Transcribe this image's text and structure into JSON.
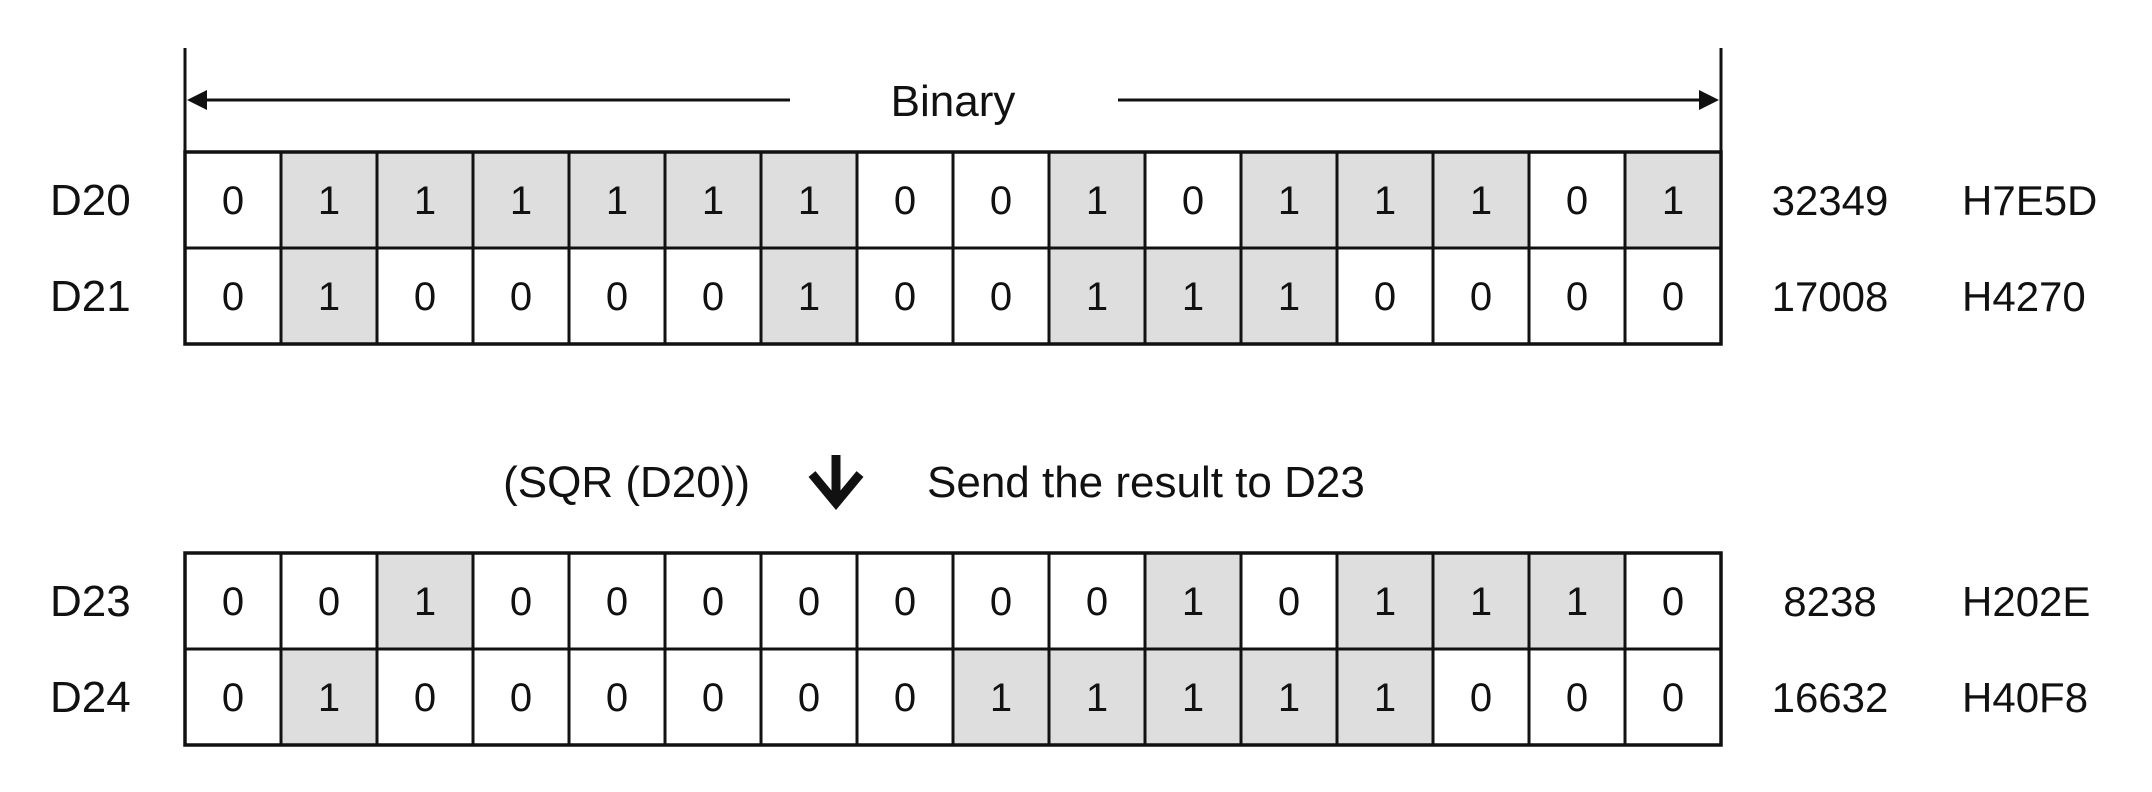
{
  "header": {
    "label": "Binary"
  },
  "registers_top": [
    {
      "name": "D20",
      "bits": [
        0,
        1,
        1,
        1,
        1,
        1,
        1,
        0,
        0,
        1,
        0,
        1,
        1,
        1,
        0,
        1
      ],
      "decimal": "32349",
      "hex": "H7E5D"
    },
    {
      "name": "D21",
      "bits": [
        0,
        1,
        0,
        0,
        0,
        0,
        1,
        0,
        0,
        1,
        1,
        1,
        0,
        0,
        0,
        0
      ],
      "decimal": "17008",
      "hex": "H4270"
    }
  ],
  "operation": {
    "instruction": "(SQR (D20))",
    "description": "Send the result to D23",
    "arrow_icon": "arrow-down-icon"
  },
  "registers_bottom": [
    {
      "name": "D23",
      "bits": [
        0,
        0,
        1,
        0,
        0,
        0,
        0,
        0,
        0,
        0,
        1,
        0,
        1,
        1,
        1,
        0
      ],
      "decimal": "8238",
      "hex": "H202E"
    },
    {
      "name": "D24",
      "bits": [
        0,
        1,
        0,
        0,
        0,
        0,
        0,
        0,
        1,
        1,
        1,
        1,
        1,
        0,
        0,
        0
      ],
      "decimal": "16632",
      "hex": "H40F8"
    }
  ],
  "colors": {
    "set_bit_fill": "#dedede",
    "clear_bit_fill": "#ffffff",
    "stroke": "#111111"
  }
}
